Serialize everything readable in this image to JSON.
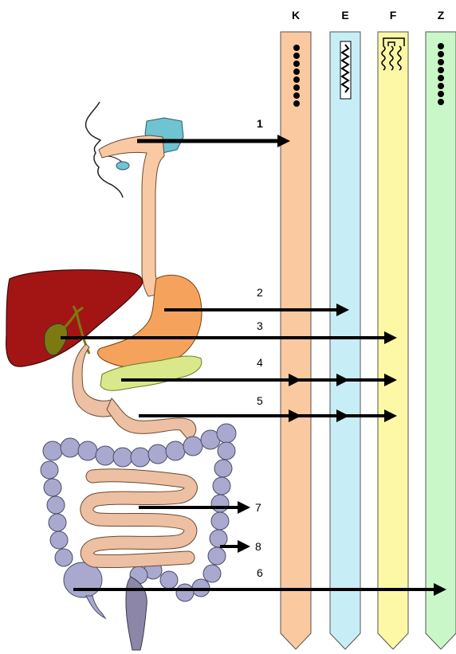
{
  "columns": [
    {
      "letter": "K",
      "color": "#FAC9A0",
      "symbol": "dots-icon"
    },
    {
      "letter": "E",
      "color": "#C7EEF6",
      "symbol": "chain-icon"
    },
    {
      "letter": "F",
      "color": "#FCF8A6",
      "symbol": "wavy-chains-icon"
    },
    {
      "letter": "Z",
      "color": "#C9F7C7",
      "symbol": "dots-icon"
    }
  ],
  "arrows": [
    {
      "label": "1",
      "reaches": "K"
    },
    {
      "label": "2",
      "reaches": "E"
    },
    {
      "label": "3",
      "reaches": "F"
    },
    {
      "label": "4",
      "reaches": "F"
    },
    {
      "label": "5",
      "reaches": "F"
    },
    {
      "label": "7",
      "reaches": "small-intestine"
    },
    {
      "label": "8",
      "reaches": "large-intestine"
    },
    {
      "label": "6",
      "reaches": "Z"
    }
  ],
  "organ_colors": {
    "liver": "#A31515",
    "gallbladder": "#7A7A10",
    "stomach": "#F5A35C",
    "esophagus": "#F9C9A3",
    "pancreas": "#D9E88A",
    "small_intestine": "#EDBFA3",
    "large_intestine": "#A9A9CF",
    "rectum": "#8C86A8",
    "salivary_gland": "#6FC3D2"
  }
}
